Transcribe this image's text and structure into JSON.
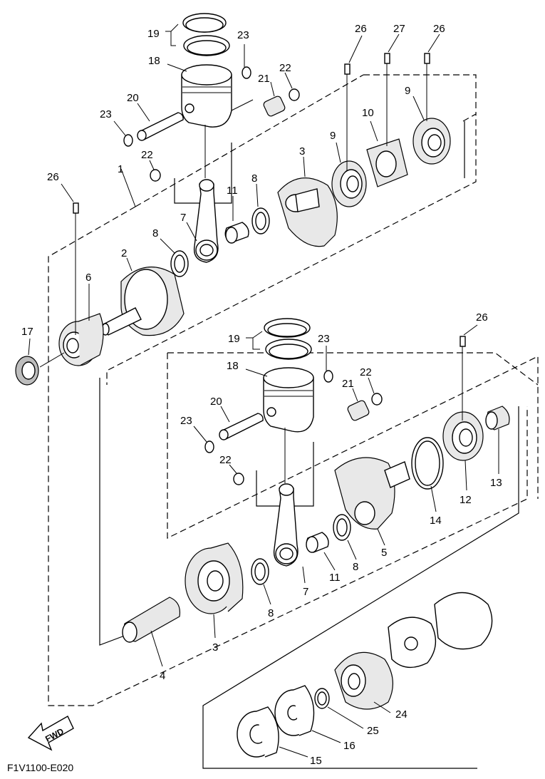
{
  "diagram": {
    "code": "F1V1100-E020",
    "fwd_label": "FWD",
    "part_labels": [
      {
        "id": "l-19a",
        "text": "19"
      },
      {
        "id": "l-23a",
        "text": "23"
      },
      {
        "id": "l-18a",
        "text": "18"
      },
      {
        "id": "l-21a",
        "text": "21"
      },
      {
        "id": "l-22a",
        "text": "22"
      },
      {
        "id": "l-20a",
        "text": "20"
      },
      {
        "id": "l-23b",
        "text": "23"
      },
      {
        "id": "l-22b",
        "text": "22"
      },
      {
        "id": "l-26a",
        "text": "26"
      },
      {
        "id": "l-27",
        "text": "27"
      },
      {
        "id": "l-26b",
        "text": "26"
      },
      {
        "id": "l-10",
        "text": "10"
      },
      {
        "id": "l-9a",
        "text": "9"
      },
      {
        "id": "l-9b",
        "text": "9"
      },
      {
        "id": "l-3a",
        "text": "3"
      },
      {
        "id": "l-1",
        "text": "1"
      },
      {
        "id": "l-26c",
        "text": "26"
      },
      {
        "id": "l-8a",
        "text": "8"
      },
      {
        "id": "l-11a",
        "text": "11"
      },
      {
        "id": "l-7a",
        "text": "7"
      },
      {
        "id": "l-8b",
        "text": "8"
      },
      {
        "id": "l-2",
        "text": "2"
      },
      {
        "id": "l-6",
        "text": "6"
      },
      {
        "id": "l-17",
        "text": "17"
      },
      {
        "id": "l-26d",
        "text": "26"
      },
      {
        "id": "l-19b",
        "text": "19"
      },
      {
        "id": "l-23c",
        "text": "23"
      },
      {
        "id": "l-18b",
        "text": "18"
      },
      {
        "id": "l-22c",
        "text": "22"
      },
      {
        "id": "l-21b",
        "text": "21"
      },
      {
        "id": "l-20b",
        "text": "20"
      },
      {
        "id": "l-23d",
        "text": "23"
      },
      {
        "id": "l-22d",
        "text": "22"
      },
      {
        "id": "l-13",
        "text": "13"
      },
      {
        "id": "l-12",
        "text": "12"
      },
      {
        "id": "l-14",
        "text": "14"
      },
      {
        "id": "l-5",
        "text": "5"
      },
      {
        "id": "l-8c",
        "text": "8"
      },
      {
        "id": "l-11b",
        "text": "11"
      },
      {
        "id": "l-7b",
        "text": "7"
      },
      {
        "id": "l-8d",
        "text": "8"
      },
      {
        "id": "l-3b",
        "text": "3"
      },
      {
        "id": "l-4",
        "text": "4"
      },
      {
        "id": "l-24",
        "text": "24"
      },
      {
        "id": "l-25",
        "text": "25"
      },
      {
        "id": "l-16",
        "text": "16"
      },
      {
        "id": "l-15",
        "text": "15"
      }
    ]
  }
}
